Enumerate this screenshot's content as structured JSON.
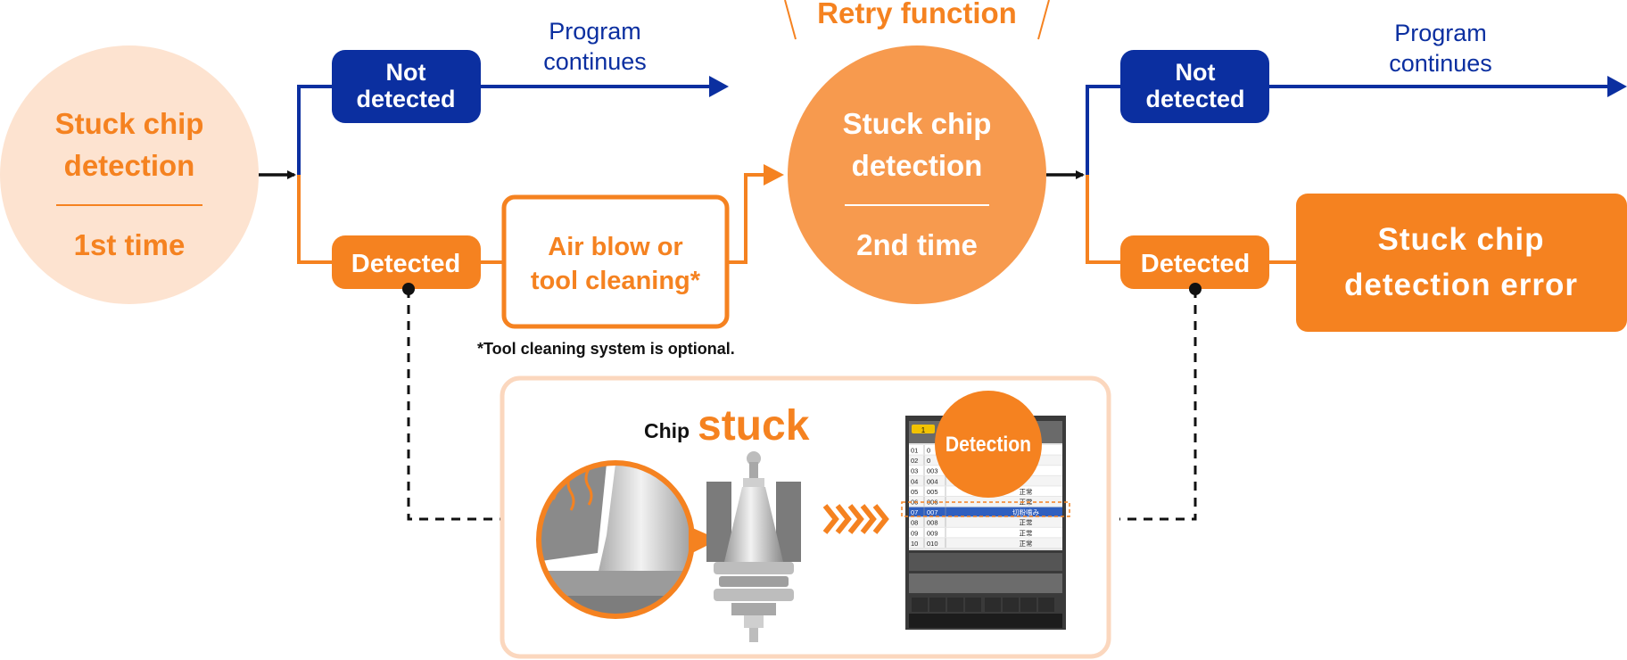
{
  "colors": {
    "orange": "#F58220",
    "orange_mid": "#F79A4E",
    "peach": "#FDE3D0",
    "peach_border": "#FBD7BE",
    "blue": "#0B2FA0",
    "black": "#111111"
  },
  "stage1": {
    "title_line1": "Stuck chip",
    "title_line2": "detection",
    "subtitle": "1st time"
  },
  "stage2": {
    "title_line1": "Stuck chip",
    "title_line2": "detection",
    "subtitle": "2nd time"
  },
  "retry_label": "Retry function",
  "branch1": {
    "not_detected_line1": "Not",
    "not_detected_line2": "detected",
    "program_continues_line1": "Program",
    "program_continues_line2": "continues",
    "detected": "Detected",
    "action_line1": "Air blow or",
    "action_line2": "tool cleaning*",
    "footnote": "*Tool cleaning system is optional."
  },
  "branch2": {
    "not_detected_line1": "Not",
    "not_detected_line2": "detected",
    "program_continues_line1": "Program",
    "program_continues_line2": "continues",
    "detected": "Detected",
    "error_line1": "Stuck chip",
    "error_line2": "detection error"
  },
  "illustration": {
    "chip_label": "Chip",
    "stuck_label": "stuck",
    "detection_badge": "Detection",
    "screen_tab": "1",
    "table_rows": [
      {
        "no": "01",
        "code": "0",
        "status": ""
      },
      {
        "no": "02",
        "code": "0",
        "status": ""
      },
      {
        "no": "03",
        "code": "003",
        "status": ""
      },
      {
        "no": "04",
        "code": "004",
        "status": ""
      },
      {
        "no": "05",
        "code": "005",
        "status": "正常"
      },
      {
        "no": "06",
        "code": "006",
        "status": "正常"
      },
      {
        "no": "07",
        "code": "007",
        "status": "切粉噛み"
      },
      {
        "no": "08",
        "code": "008",
        "status": "正常"
      },
      {
        "no": "09",
        "code": "009",
        "status": "正常"
      },
      {
        "no": "10",
        "code": "010",
        "status": "正常"
      }
    ]
  }
}
